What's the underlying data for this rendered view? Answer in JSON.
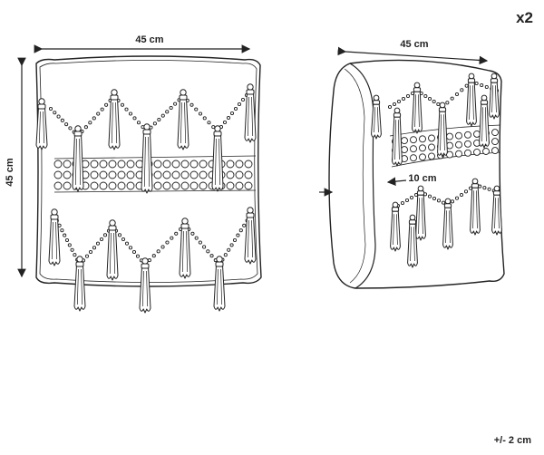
{
  "quantity_label": "x2",
  "tolerance_label": "+/- 2 cm",
  "front_view": {
    "width_label": "45 cm",
    "height_label": "45 cm"
  },
  "side_view": {
    "width_label": "45 cm",
    "depth_label": "10 cm"
  },
  "colors": {
    "line": "#222222",
    "fill": "#ffffff"
  }
}
